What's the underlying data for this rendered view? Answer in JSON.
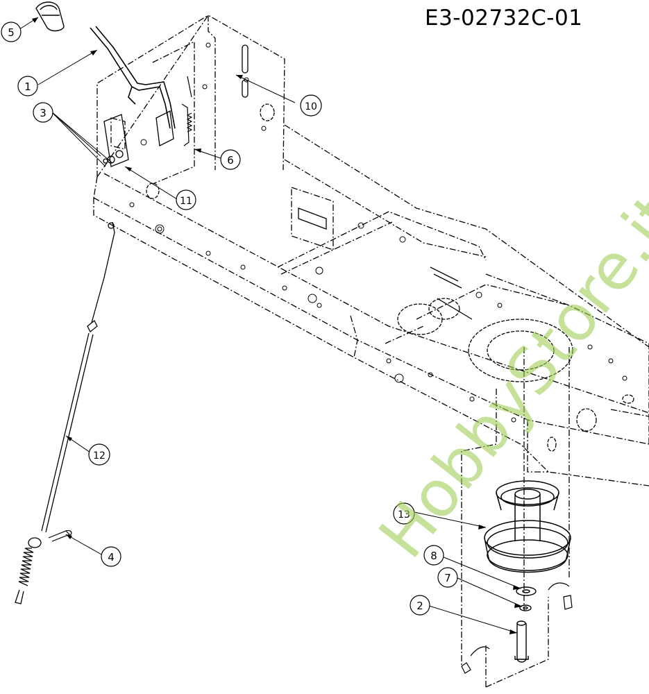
{
  "drawing_code": "E3-02732C-01",
  "watermark": "HobbyStore.it",
  "callouts": [
    "1",
    "2",
    "3",
    "4",
    "5",
    "6",
    "7",
    "8",
    "10",
    "11",
    "12",
    "13"
  ],
  "colors": {
    "line": "#000000",
    "watermark": "#a0cd55",
    "background": "#ffffff"
  }
}
